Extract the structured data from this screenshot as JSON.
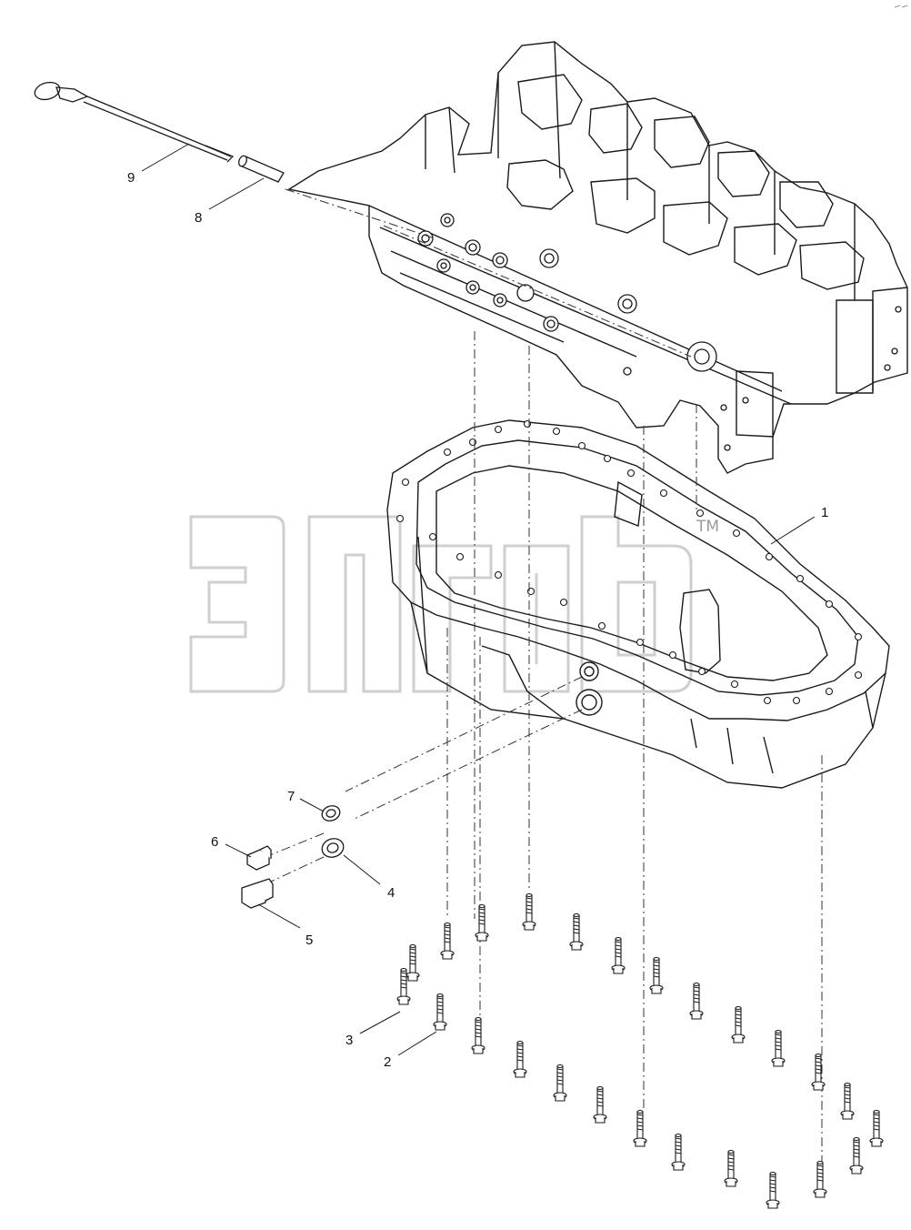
{
  "drawing": {
    "colors": {
      "line": "#1a1a1a",
      "dashed": "#333333",
      "watermark": "#cfcfcf",
      "background": "#ffffff"
    },
    "watermark": {
      "mark": "TM"
    },
    "callouts": [
      {
        "id": "c9",
        "label": "9",
        "part": "dipstick"
      },
      {
        "id": "c8",
        "label": "8",
        "part": "dipstick-tube"
      },
      {
        "id": "c1",
        "label": "1",
        "part": "oil-pan"
      },
      {
        "id": "c7",
        "label": "7",
        "part": "sealing-washer"
      },
      {
        "id": "c6",
        "label": "6",
        "part": "drain-plug"
      },
      {
        "id": "c4",
        "label": "4",
        "part": "sealing-washer"
      },
      {
        "id": "c5",
        "label": "5",
        "part": "drain-plug"
      },
      {
        "id": "c3",
        "label": "3",
        "part": "bolt"
      },
      {
        "id": "c2",
        "label": "2",
        "part": "bolt"
      }
    ]
  }
}
